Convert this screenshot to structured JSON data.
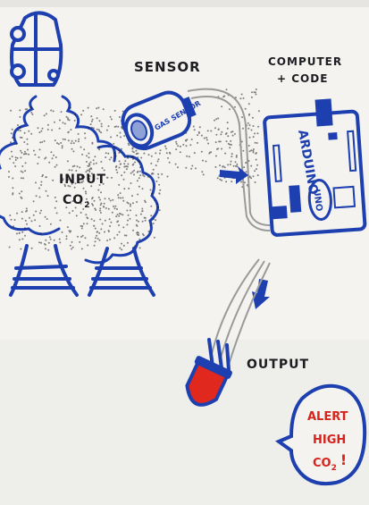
{
  "labels": {
    "sensor": "SENSOR",
    "computer_line1": "COMPUTER",
    "computer_line2": "+ CODE",
    "input_line1": "INPUT",
    "input_line2": "CO",
    "input_sub": "2",
    "output": "OUTPUT",
    "gas_sensor": "GAS SENSOR",
    "arduino": "ARDUINO",
    "uno": "UNO",
    "alert_line1": "ALERT",
    "alert_line2": "HIGH",
    "alert_line3": "CO",
    "alert_sub": "2",
    "alert_bang": "!"
  },
  "colors": {
    "ink_blue": "#1d3fb0",
    "ink_black": "#1d1d22",
    "alert_red": "#d6231c",
    "paper": "#f4f3ef",
    "wire_gray": "#9a9a9a"
  },
  "icons": {
    "car": "car-icon",
    "smokestacks": "smokestack-icon",
    "sensor": "gas-sensor-icon",
    "board": "arduino-board-icon",
    "led": "led-bulb-icon",
    "bubble": "speech-bubble-icon"
  }
}
